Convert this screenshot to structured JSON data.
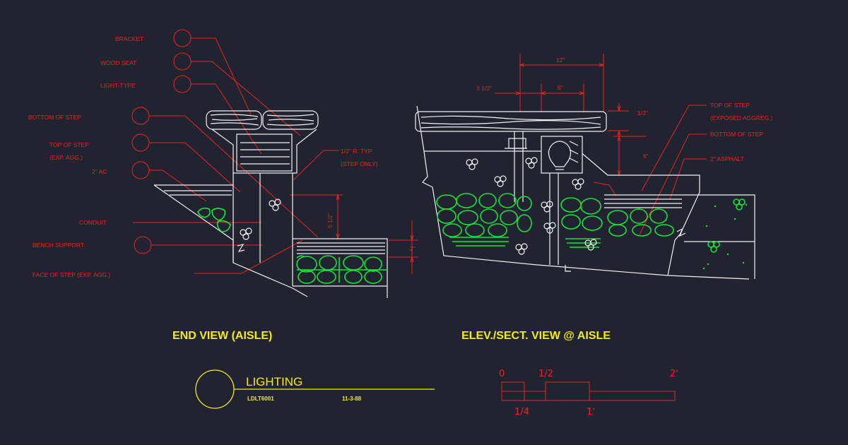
{
  "colors": {
    "background": "#212430",
    "linework": "#f2f2f2",
    "annotation": "#e8241f",
    "aggregate": "#19e23a",
    "titles": "#f2ea1a"
  },
  "end_view": {
    "title": "END VIEW (AISLE)",
    "callouts": [
      "BRACKET",
      "WOOD SEAT",
      "LIGHT-TYPE",
      "BOTTOM OF STEP",
      "TOP OF STEP",
      "(EXP. AGG.)",
      "2\" AC",
      "CONDUIT",
      "BENCH SUPPORT",
      "FACE OF STEP (EXP. AGG.)"
    ],
    "radius_note": [
      "1/2\" R. TYP",
      "(STEP ONLY)"
    ],
    "dim_rise": "5 1/2\"",
    "dim_ac": "2\""
  },
  "elev_view": {
    "title": "ELEV./SECT. VIEW @ AISLE",
    "dims": [
      "12\"",
      "3 1/2\"",
      "6\"",
      "1/2\"",
      "6\""
    ],
    "callouts": [
      "TOP OF STEP",
      "(EXPOSED AGGREG.)",
      "BOTTOM OF STEP",
      "2\" ASPHALT"
    ]
  },
  "title_block": {
    "name": "LIGHTING",
    "sheet": "LDLT6001",
    "date": "11-3-88"
  },
  "scale_bar": {
    "labels_top": [
      "0",
      "1/2",
      "2'"
    ],
    "labels_bottom": [
      "1/4",
      "1'"
    ]
  },
  "icons": [
    "callout-bubble-icon",
    "light-fixture-icon",
    "break-line-icon"
  ]
}
